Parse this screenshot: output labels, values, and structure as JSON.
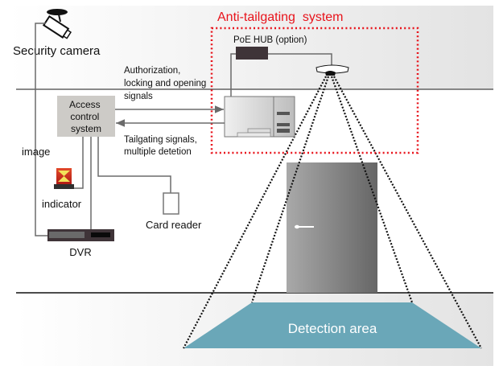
{
  "title": "Anti-tailgating  system",
  "labels": {
    "security_camera": "Security camera",
    "poe_hub": "PoE HUB (option)",
    "auth_signals": [
      "Authorization,",
      "locking and opening",
      "signals"
    ],
    "access_control": [
      "Access",
      "control",
      "system"
    ],
    "tailgating_signals": [
      "Tailgating signals,",
      "multiple detetion"
    ],
    "image": "image",
    "indicator": "indicator",
    "card_reader": "Card reader",
    "dvr": "DVR",
    "detection_area": "Detection area"
  },
  "colors": {
    "system_border": "#e8141c",
    "title": "#e8141c",
    "detection_area": "#6aa7b8",
    "access_box": "#cdcbc7",
    "hub": "#3f3438",
    "dvr": "#3f3438",
    "wire": "#6b6b6b"
  }
}
